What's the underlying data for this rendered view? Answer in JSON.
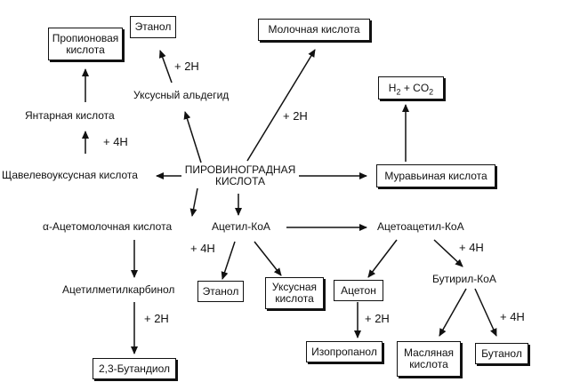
{
  "center": {
    "line1": "ПИРОВИНОГРАДНАЯ",
    "line2": "КИСЛОТА"
  },
  "nodes": {
    "propionic_acid": {
      "line1": "Пропионовая",
      "line2": "кислота"
    },
    "ethanol_top": "Этанол",
    "lactic_acid": "Молочная кислота",
    "h2_co2": {
      "h": "H",
      "h_sub": "2",
      "plus": " + CO",
      "co_sub": "2"
    },
    "acetaldehyde": "Уксусный альдегид",
    "succinic_acid": "Янтарная кислота",
    "oxaloacetic_acid": "Щавелевоуксусная кислота",
    "formic_acid": "Муравьиная кислота",
    "acetolactic_acid": "α-Ацетомолочная кислота",
    "acetyl_coa": "Ацетил-КоА",
    "acetoacetyl_coa": "Ацетоацетил-КоА",
    "acetylmethylcarbinol": "Ацетилметилкарбинол",
    "ethanol_bottom": "Этанол",
    "acetic_acid": {
      "line1": "Уксусная",
      "line2": "кислота"
    },
    "acetone": "Ацетон",
    "butyryl_coa": "Бутирил-КоА",
    "butanediol": "2,3-Бутандиол",
    "isopropanol": "Изопропанол",
    "butyric_acid": {
      "line1": "Масляная",
      "line2": "кислота"
    },
    "butanol": "Бутанол"
  },
  "hydrogen_labels": {
    "to_ethanol_top": "+ 2H",
    "to_acetaldehyde": "+ 2H",
    "to_succinic": "+ 4H",
    "to_acetyl_products": "+ 4H",
    "to_butyryl": "+ 4H",
    "to_butanediol": "+ 2H",
    "to_isopropanol": "+ 2H",
    "to_butanol": "+ 4H"
  }
}
